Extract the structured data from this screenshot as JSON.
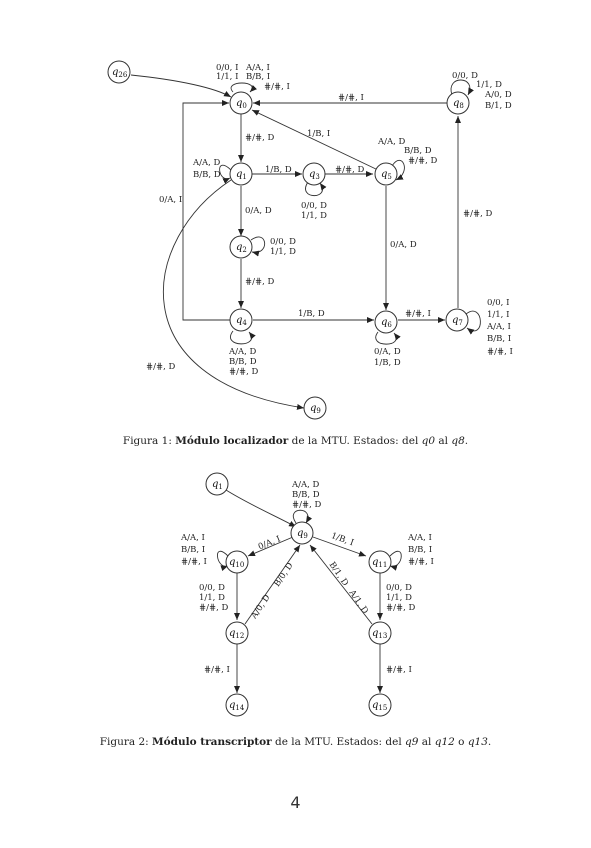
{
  "figure1": {
    "caption_prefix": "Figura 1: ",
    "caption_bold": "Módulo localizador",
    "caption_mid": " de la MTU. Estados: del ",
    "caption_from": "q0",
    "caption_and": " al ",
    "caption_to": "q8",
    "caption_end": ".",
    "states": [
      {
        "id": "q26",
        "name": "q",
        "sub": "26"
      },
      {
        "id": "q0",
        "name": "q",
        "sub": "0"
      },
      {
        "id": "q1",
        "name": "q",
        "sub": "1"
      },
      {
        "id": "q2",
        "name": "q",
        "sub": "2"
      },
      {
        "id": "q3",
        "name": "q",
        "sub": "3"
      },
      {
        "id": "q4",
        "name": "q",
        "sub": "4"
      },
      {
        "id": "q5",
        "name": "q",
        "sub": "5"
      },
      {
        "id": "q6",
        "name": "q",
        "sub": "6"
      },
      {
        "id": "q7",
        "name": "q",
        "sub": "7"
      },
      {
        "id": "q8",
        "name": "q",
        "sub": "8"
      },
      {
        "id": "q9",
        "name": "q",
        "sub": "9"
      }
    ],
    "labels": {
      "q0_loop_a": "0/0, I",
      "q0_loop_b": "1/1, I",
      "q0_loop_c": "A/A, I",
      "q0_loop_d": "B/B, I",
      "q0_loop_e": "⋕/⋕, I",
      "q8_q0": "⋕/⋕, I",
      "q8_loop_a": "0/0, D",
      "q8_loop_b": "1/1, D",
      "q8_loop_c": "A/0, D",
      "q8_loop_d": "B/1, D",
      "q0_q1": "⋕/⋕, D",
      "q5_q0": "1/B, I",
      "q1_loop_a": "A/A, D",
      "q1_loop_b": "B/B, D",
      "q1_q3": "1/B, D",
      "q3_q5": "⋕/⋕, D",
      "q3_loop_a": "0/0, D",
      "q3_loop_b": "1/1, D",
      "q5_loop_a": "A/A, D",
      "q5_loop_b": "B/B, D",
      "q5_loop_c": "⋕/⋕, D",
      "q4_q0": "0/A, I",
      "q1_q2": "0/A, D",
      "q2_loop_a": "0/0, D",
      "q2_loop_b": "1/1, D",
      "q2_q4": "⋕/⋕, D",
      "q5_q6": "0/A, D",
      "q7_q8": "⋕/⋕, D",
      "q4_q6": "1/B, D",
      "q6_q7": "⋕/⋕, I",
      "q7_loop_a": "0/0, I",
      "q7_loop_b": "1/1, I",
      "q7_loop_c": "A/A, I",
      "q7_loop_d": "B/B, I",
      "q7_loop_e": "⋕/⋕, I",
      "q4_loop_a": "A/A, D",
      "q4_loop_b": "B/B, D",
      "q4_loop_c": "⋕/⋕, D",
      "q6_loop_a": "0/A, D",
      "q6_loop_b": "1/B, D",
      "q1_q9": "⋕/⋕, D"
    }
  },
  "figure2": {
    "caption_prefix": "Figura 2: ",
    "caption_bold": "Módulo transcriptor",
    "caption_mid": " de la MTU. Estados: del ",
    "caption_from": "q9",
    "caption_and": " al ",
    "caption_to1": "q12",
    "caption_or": " o ",
    "caption_to2": "q13",
    "caption_end": ".",
    "states": [
      {
        "id": "q1",
        "name": "q",
        "sub": "1"
      },
      {
        "id": "q9",
        "name": "q",
        "sub": "9"
      },
      {
        "id": "q10",
        "name": "q",
        "sub": "10"
      },
      {
        "id": "q11",
        "name": "q",
        "sub": "11"
      },
      {
        "id": "q12",
        "name": "q",
        "sub": "12"
      },
      {
        "id": "q13",
        "name": "q",
        "sub": "13"
      },
      {
        "id": "q14",
        "name": "q",
        "sub": "14"
      },
      {
        "id": "q15",
        "name": "q",
        "sub": "15"
      }
    ],
    "labels": {
      "q9_loop_a": "A/A, D",
      "q9_loop_b": "B/B, D",
      "q9_loop_c": "⋕/⋕, D",
      "q9_q10": "0/A, I",
      "q9_q11": "1/B, I",
      "q10_loop_a": "A/A, I",
      "q10_loop_b": "B/B, I",
      "q10_loop_c": "⋕/⋕, I",
      "q11_loop_a": "A/A, I",
      "q11_loop_b": "B/B, I",
      "q11_loop_c": "⋕/⋕, I",
      "q10_q12_a": "0/0, D",
      "q10_q12_b": "1/1, D",
      "q10_q12_c": "⋕/⋕, D",
      "q11_q13_a": "0/0, D",
      "q11_q13_b": "1/1, D",
      "q11_q13_c": "⋕/⋕, D",
      "q12_q9_a": "A/0, D",
      "q12_q9_b": "B/0, D",
      "q13_q9_a": "B/1, D",
      "q13_q9_b": "A/1, D",
      "q12_q14": "⋕/⋕, I",
      "q13_q15": "⋕/⋕, I"
    }
  },
  "page_number": "4"
}
